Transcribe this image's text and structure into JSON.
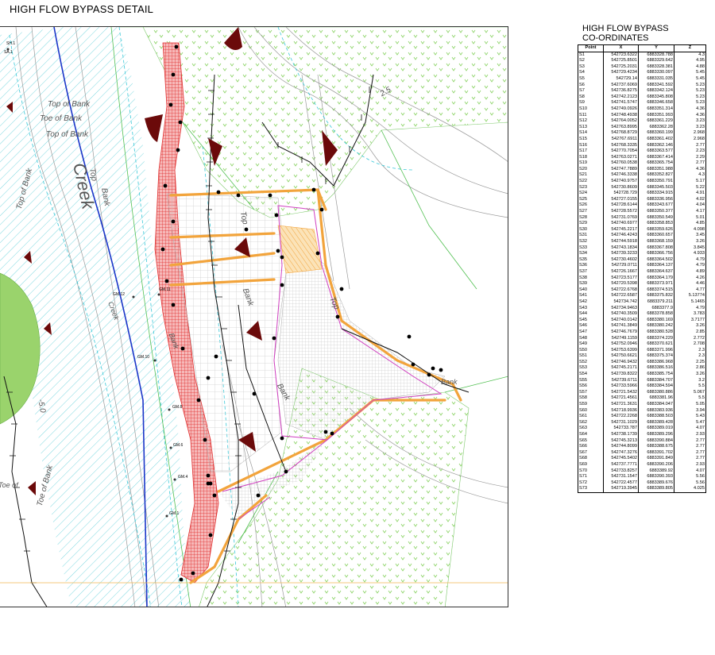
{
  "title": "HIGH FLOW BYPASS DETAIL",
  "coord_title_line1": "HIGH FLOW BYPASS",
  "coord_title_line2": "CO-ORDINATES",
  "table": {
    "headers": [
      "Point",
      "X",
      "Y",
      "Z"
    ],
    "rows": [
      [
        "S1",
        "542723.6322",
        "6883328.788",
        "4.3"
      ],
      [
        "S2",
        "542725.8501",
        "6883329.642",
        "4.95"
      ],
      [
        "S3",
        "542725.2031",
        "6883328.381",
        "4.88"
      ],
      [
        "S4",
        "542729.4234",
        "6883330.097",
        "5.45"
      ],
      [
        "S5",
        "542729.14",
        "6883331.035",
        "5.45"
      ],
      [
        "S6",
        "542737.6069",
        "6883341.592",
        "5.23"
      ],
      [
        "S7",
        "542736.8275",
        "6883342.124",
        "5.23"
      ],
      [
        "S8",
        "542742.2123",
        "6883345.808",
        "5.23"
      ],
      [
        "S9",
        "542741.5747",
        "6883346.658",
        "5.23"
      ],
      [
        "S10",
        "542749.0926",
        "6883351.314",
        "4.36"
      ],
      [
        "S11",
        "542748.4938",
        "6883351.993",
        "4.36"
      ],
      [
        "S12",
        "542764.0052",
        "6883361.229",
        "3.23"
      ],
      [
        "S13",
        "542763.8995",
        "6883362.28",
        "3.23"
      ],
      [
        "S14",
        "542768.8729",
        "6883360.199",
        "2.968"
      ],
      [
        "S15",
        "542767.6911",
        "6883361.402",
        "2.968"
      ],
      [
        "S16",
        "542768.3335",
        "6883362.146",
        "2.77"
      ],
      [
        "S17",
        "542770.7054",
        "6883363.577",
        "2.23"
      ],
      [
        "S18",
        "542763.0271",
        "6883367.414",
        "2.29"
      ],
      [
        "S19",
        "542760.0538",
        "6883365.754",
        "2.77"
      ],
      [
        "S20",
        "542747.7889",
        "6883351.988",
        "4.36"
      ],
      [
        "S21",
        "542746.3338",
        "6883352.827",
        "4.3"
      ],
      [
        "S22",
        "542740.9757",
        "6883350.791",
        "5.17"
      ],
      [
        "S23",
        "542730.8609",
        "6883345.503",
        "5.22"
      ],
      [
        "S24",
        "542728.729",
        "6883334.915",
        "4.91"
      ],
      [
        "S25",
        "542727.0155",
        "6883336.956",
        "4.02"
      ],
      [
        "S26",
        "542728.6144",
        "6883343.677",
        "4.04"
      ],
      [
        "S27",
        "542728.5572",
        "6883350.377",
        "4.17"
      ],
      [
        "S28",
        "542731.0769",
        "6883350.549",
        "5.01"
      ],
      [
        "S29",
        "542740.6977",
        "6883358.853",
        "4.85"
      ],
      [
        "S30",
        "542745.2217",
        "6883359.626",
        "4.098"
      ],
      [
        "S31",
        "542746.4243",
        "6883360.657",
        "3.45"
      ],
      [
        "S32",
        "542744.5918",
        "6883368.159",
        "3.26"
      ],
      [
        "S33",
        "542743.1834",
        "6883367.808",
        "3.845"
      ],
      [
        "S34",
        "542739.3233",
        "6883366.756",
        "4.933"
      ],
      [
        "S35",
        "542730.4602",
        "6883364.502",
        "4.79"
      ],
      [
        "S36",
        "542729.0711",
        "6883364.137",
        "4.79"
      ],
      [
        "S37",
        "542726.1667",
        "6883364.637",
        "4.89"
      ],
      [
        "S38",
        "542723.5177",
        "6883364.179",
        "4.26"
      ],
      [
        "S39",
        "542720.5398",
        "6883373.971",
        "4.46"
      ],
      [
        "S40",
        "542722.6768",
        "6883374.515",
        "4.77"
      ],
      [
        "S41",
        "542722.6587",
        "6883375.832",
        "5.13774"
      ],
      [
        "S42",
        "542734.742",
        "6883379.211",
        "5.1465"
      ],
      [
        "S43",
        "542734.9463",
        "6883377.9",
        "4.79"
      ],
      [
        "S44",
        "542740.3509",
        "6883378.858",
        "3.783"
      ],
      [
        "S45",
        "542740.0142",
        "6883380.169",
        "3.7177"
      ],
      [
        "S46",
        "542741.3849",
        "6883380.242",
        "3.26"
      ],
      [
        "S47",
        "542746.7679",
        "6883380.528",
        "2.85"
      ],
      [
        "S48",
        "542749.1159",
        "6883374.229",
        "2.772"
      ],
      [
        "S49",
        "542752.0946",
        "6883370.621",
        "2.708"
      ],
      [
        "S50",
        "542753.6399",
        "6883371.996",
        "2.3"
      ],
      [
        "S51",
        "542750.6621",
        "6883375.374",
        "2.3"
      ],
      [
        "S52",
        "542746.9432",
        "6883386.968",
        "2.25"
      ],
      [
        "S53",
        "542745.2171",
        "6883386.516",
        "2.86"
      ],
      [
        "S54",
        "542739.8322",
        "6883385.754",
        "3.26"
      ],
      [
        "S55",
        "542739.6711",
        "6883384.707",
        "3.2"
      ],
      [
        "S56",
        "542733.5966",
        "6883384.594",
        "5.5"
      ],
      [
        "S57",
        "542721.5432",
        "6883380.886",
        "5.067"
      ],
      [
        "S58",
        "542721.4561",
        "6883381.96",
        "5.5"
      ],
      [
        "S59",
        "542721.3631",
        "6883384.047",
        "5.05"
      ],
      [
        "S60",
        "542718.9936",
        "6883383.936",
        "3.94"
      ],
      [
        "S61",
        "542722.2268",
        "6883388.503",
        "5.43"
      ],
      [
        "S62",
        "542731.1029",
        "6883389.428",
        "5.47"
      ],
      [
        "S63",
        "542733.787",
        "6883389.019",
        "4.07"
      ],
      [
        "S64",
        "542738.1739",
        "6883389.296",
        "2.93"
      ],
      [
        "S65",
        "542745.3213",
        "6883390.884",
        "2.77"
      ],
      [
        "S66",
        "542744.8099",
        "6883388.675",
        "2.77"
      ],
      [
        "S67",
        "542747.3276",
        "6883391.702",
        "2.77"
      ],
      [
        "S68",
        "542745.5402",
        "6883391.849",
        "2.77"
      ],
      [
        "S69",
        "542737.7771",
        "6883390.206",
        "2.93"
      ],
      [
        "S70",
        "542733.8257",
        "6883389.92",
        "4.07"
      ],
      [
        "S71",
        "542731.1547",
        "6883390.393",
        "5.56"
      ],
      [
        "S72",
        "542722.4577",
        "6883389.676",
        "5.56"
      ],
      [
        "S73",
        "542719.3945",
        "6883389.805",
        "4.025"
      ]
    ]
  },
  "map": {
    "label_creek": "Creek",
    "label_top_of_bank": "Top of Bank",
    "label_toe_of_bank": "Toe of Bank",
    "label_toe_of_bank_short": "Toe of",
    "label_bank": "Bank",
    "label_top": "Top",
    "label_top_lower": "Top",
    "label_side_bank": "Bank",
    "label_creek_small": "Creek",
    "label_minus_50": "-5.0",
    "label_25": "2.5",
    "label_sh1": "SH.1",
    "label_sa1": "SA.1",
    "gm_labels": [
      "GM.12",
      "GM.11",
      "GM.10",
      "GM.8",
      "GM.6",
      "GM.4",
      "GM.1"
    ],
    "colors": {
      "hatch_red": "#e03030",
      "channel_blue": "#1a35c8",
      "water_hatch": "#7dd8e0",
      "grass_green": "#8fd46a",
      "bank_orange": "#f2a43c",
      "boundary_magenta": "#d040c0",
      "tree_green": "#9ad36c",
      "drop_dark_red": "#6b0a0a"
    }
  }
}
